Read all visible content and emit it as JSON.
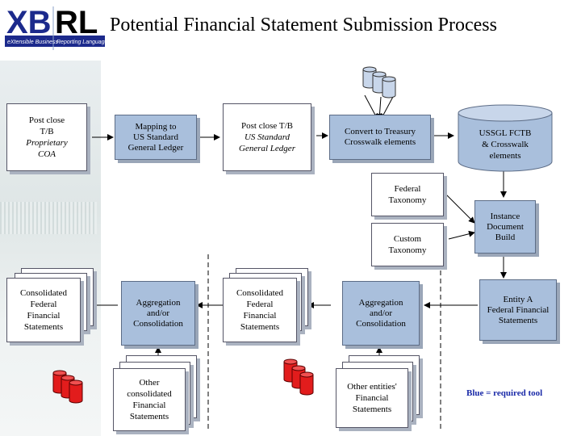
{
  "title": "Potential Financial Statement Submission Process",
  "logo": {
    "main": "XBRL",
    "tagline": "eXtensible Business Reporting Language"
  },
  "nodes": {
    "post_close_coa": [
      "Post close",
      "T/B",
      "Proprietary",
      "COA"
    ],
    "mapping": [
      "Mapping to",
      "US Standard",
      "General Ledger"
    ],
    "post_close_ussgl": [
      "Post close T/B",
      "US Standard",
      "General Ledger"
    ],
    "convert": [
      "Convert to Treasury",
      "Crosswalk elements"
    ],
    "ussgl_db": [
      "USSGL FCTB",
      "& Crosswalk",
      "elements"
    ],
    "federal_taxonomy": [
      "Federal",
      "Taxonomy"
    ],
    "custom_taxonomy": [
      "Custom",
      "Taxonomy"
    ],
    "instance_build": [
      "Instance",
      "Document",
      "Build"
    ],
    "consolidated_left": [
      "Consolidated",
      "Federal",
      "Financial",
      "Statements"
    ],
    "aggregation_left": [
      "Aggregation",
      "and/or",
      "Consolidation"
    ],
    "consolidated_mid": [
      "Consolidated",
      "Federal",
      "Financial",
      "Statements"
    ],
    "aggregation_right": [
      "Aggregation",
      "and/or",
      "Consolidation"
    ],
    "entity_a": [
      "Entity A",
      "Federal Financial",
      "Statements"
    ],
    "other_consolidated": [
      "Other",
      "consolidated",
      "Financial",
      "Statements"
    ],
    "other_entities": [
      "Other entities'",
      "Financial",
      "Statements"
    ]
  },
  "legend_note": "Blue = required tool",
  "colors": {
    "tool_fill": "#a9bfdc",
    "db_fill": "#c8d6ea",
    "red_db": "#e21c1c",
    "note": "#1a2aa8"
  }
}
